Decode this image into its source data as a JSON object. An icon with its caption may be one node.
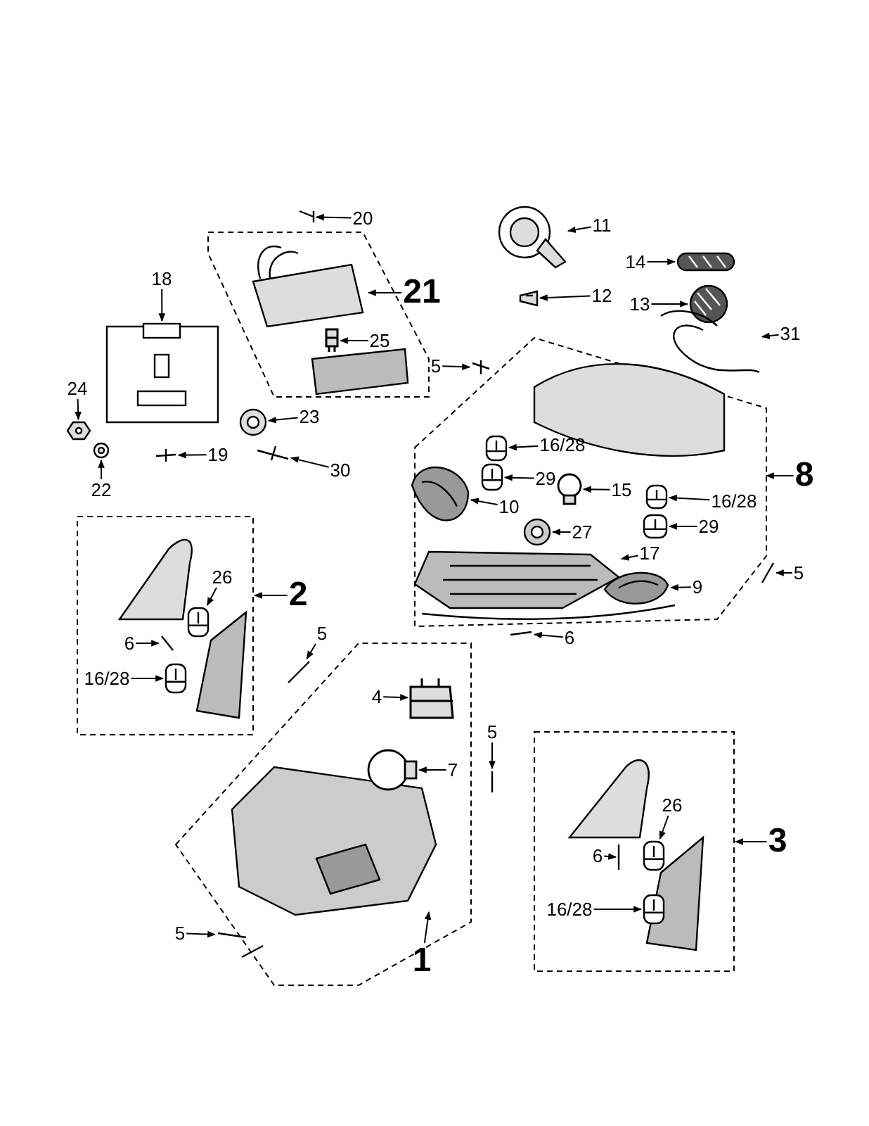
{
  "diagram": {
    "nodes": [
      {
        "text": [
          "20"
        ]
      },
      {
        "text": [
          "11"
        ]
      },
      {
        "text": [
          "14"
        ]
      },
      {
        "text": [
          "13"
        ]
      },
      {
        "text": [
          "21"
        ]
      },
      {
        "text": [
          "12"
        ]
      },
      {
        "text": [
          "18"
        ]
      },
      {
        "text": [
          "25"
        ],
        "in": 41
      },
      {
        "text": [
          "31"
        ]
      },
      {
        "text": [
          "5"
        ]
      },
      {
        "text": [
          "24"
        ]
      },
      {
        "text": [
          "23"
        ]
      },
      {
        "text": [
          "16/28"
        ],
        "in": 42
      },
      {
        "text": [
          "29"
        ],
        "in": 42
      },
      {
        "text": [
          "15"
        ],
        "in": 42
      },
      {
        "text": [
          "8"
        ]
      },
      {
        "text": [
          "16/28"
        ],
        "in": 42
      },
      {
        "text": [
          "22"
        ]
      },
      {
        "text": [
          "19"
        ]
      },
      {
        "text": [
          "30"
        ]
      },
      {
        "text": [
          "10"
        ],
        "in": 42
      },
      {
        "text": [
          "27"
        ],
        "in": 42
      },
      {
        "text": [
          "29"
        ],
        "in": 42
      },
      {
        "text": [
          "17"
        ],
        "in": 42
      },
      {
        "text": [
          "9"
        ],
        "in": 42
      },
      {
        "text": [
          "5"
        ]
      },
      {
        "text": [
          "6"
        ]
      },
      {
        "text": [
          "26"
        ],
        "in": 43
      },
      {
        "text": [
          "2"
        ]
      },
      {
        "text": [
          "6"
        ],
        "in": 43
      },
      {
        "text": [
          "16/28"
        ],
        "in": 43
      },
      {
        "text": [
          "5"
        ]
      },
      {
        "text": [
          "4"
        ],
        "in": 44
      },
      {
        "text": [
          "7"
        ],
        "in": 44
      },
      {
        "text": [
          "5"
        ]
      },
      {
        "text": [
          "26"
        ],
        "in": 45
      },
      {
        "text": [
          "3"
        ]
      },
      {
        "text": [
          "6"
        ],
        "in": 45
      },
      {
        "text": [
          "16/28"
        ],
        "in": 45
      },
      {
        "text": [
          "1"
        ]
      },
      {
        "text": [
          "5"
        ]
      },
      {
        "text": [],
        "shape": "box"
      },
      {
        "text": [],
        "shape": "box"
      },
      {
        "text": [],
        "shape": "box"
      },
      {
        "text": [],
        "shape": "box"
      },
      {
        "text": [],
        "shape": "box"
      },
      {
        "text": [],
        "shape": "picture"
      },
      {
        "text": [],
        "shape": "picture"
      },
      {
        "text": [],
        "shape": "picture"
      },
      {
        "text": [],
        "shape": "picture"
      },
      {
        "text": [],
        "shape": "picture"
      },
      {
        "text": [],
        "shape": "picture"
      },
      {
        "text": [],
        "shape": "box",
        "in": 41
      },
      {
        "text": [],
        "shape": "picture"
      },
      {
        "text": [],
        "shape": "picture"
      },
      {
        "text": [],
        "shape": "picture"
      },
      {
        "text": [],
        "shape": "picture"
      },
      {
        "text": [],
        "shape": "picture",
        "in": 42
      },
      {
        "text": [],
        "shape": "picture",
        "in": 42
      },
      {
        "text": [],
        "shape": "circle",
        "in": 42
      },
      {
        "text": [],
        "shape": "picture",
        "in": 42
      },
      {
        "text": [],
        "shape": "picture"
      },
      {
        "text": [],
        "shape": "picture"
      },
      {
        "text": [],
        "shape": "picture"
      },
      {
        "text": [],
        "shape": "picture",
        "in": 42
      },
      {
        "text": [],
        "shape": "picture",
        "in": 42
      },
      {
        "text": [],
        "shape": "picture",
        "in": 42
      },
      {
        "text": [],
        "shape": "picture",
        "in": 42
      },
      {
        "text": [],
        "shape": "picture",
        "in": 42
      },
      {
        "text": [],
        "shape": "picture"
      },
      {
        "text": [],
        "shape": "picture"
      },
      {
        "text": [],
        "shape": "picture",
        "in": 43
      },
      {
        "text": [],
        "shape": "picture",
        "in": 43
      },
      {
        "text": [],
        "shape": "picture",
        "in": 43
      },
      {
        "text": [],
        "shape": "picture"
      },
      {
        "text": [],
        "shape": "box",
        "in": 44
      },
      {
        "text": [],
        "shape": "circle",
        "in": 44
      },
      {
        "text": [],
        "shape": "picture"
      },
      {
        "text": [],
        "shape": "picture",
        "in": 45
      },
      {
        "text": [],
        "shape": "picture",
        "in": 45
      },
      {
        "text": [],
        "shape": "picture",
        "in": 45
      },
      {
        "text": [],
        "shape": "picture"
      }
    ],
    "edges": [
      {
        "from": 0,
        "to": 46,
        "arrow": "to"
      },
      {
        "from": 1,
        "to": 47,
        "arrow": "to"
      },
      {
        "from": 2,
        "to": 48,
        "arrow": "to"
      },
      {
        "from": 3,
        "to": 49,
        "arrow": "to"
      },
      {
        "from": 4,
        "to": 41,
        "arrow": "to"
      },
      {
        "from": 5,
        "to": 50,
        "arrow": "to"
      },
      {
        "from": 6,
        "to": 51,
        "arrow": "to"
      },
      {
        "from": 7,
        "to": 52,
        "arrow": "to"
      },
      {
        "from": 8,
        "to": 53,
        "arrow": "to"
      },
      {
        "from": 9,
        "to": 54,
        "arrow": "to"
      },
      {
        "from": 10,
        "to": 55,
        "arrow": "to"
      },
      {
        "from": 11,
        "to": 56,
        "arrow": "to"
      },
      {
        "from": 12,
        "to": 57,
        "arrow": "to"
      },
      {
        "from": 13,
        "to": 58,
        "arrow": "to"
      },
      {
        "from": 14,
        "to": 59,
        "arrow": "to"
      },
      {
        "from": 15,
        "to": 42,
        "arrow": "to"
      },
      {
        "from": 16,
        "to": 60,
        "arrow": "to"
      },
      {
        "from": 17,
        "to": 61,
        "arrow": "to"
      },
      {
        "from": 18,
        "to": 62,
        "arrow": "to"
      },
      {
        "from": 19,
        "to": 63,
        "arrow": "to"
      },
      {
        "from": 20,
        "to": 64,
        "arrow": "to"
      },
      {
        "from": 21,
        "to": 65,
        "arrow": "to"
      },
      {
        "from": 22,
        "to": 66,
        "arrow": "to"
      },
      {
        "from": 23,
        "to": 67,
        "arrow": "to"
      },
      {
        "from": 24,
        "to": 68,
        "arrow": "to"
      },
      {
        "from": 25,
        "to": 69,
        "arrow": "to"
      },
      {
        "from": 26,
        "to": 70,
        "arrow": "to"
      },
      {
        "from": 27,
        "to": 71,
        "arrow": "to"
      },
      {
        "from": 28,
        "to": 43,
        "arrow": "to"
      },
      {
        "from": 29,
        "to": 72,
        "arrow": "to"
      },
      {
        "from": 30,
        "to": 73,
        "arrow": "to"
      },
      {
        "from": 31,
        "to": 74,
        "arrow": "to"
      },
      {
        "from": 32,
        "to": 75,
        "arrow": "to"
      },
      {
        "from": 33,
        "to": 76,
        "arrow": "to"
      },
      {
        "from": 34,
        "to": 77,
        "arrow": "to"
      },
      {
        "from": 35,
        "to": 78,
        "arrow": "to"
      },
      {
        "from": 36,
        "to": 45,
        "arrow": "to"
      },
      {
        "from": 37,
        "to": 79,
        "arrow": "to"
      },
      {
        "from": 38,
        "to": 80,
        "arrow": "to"
      },
      {
        "from": 39,
        "to": 44,
        "arrow": "to"
      },
      {
        "from": 40,
        "to": 81,
        "arrow": "to"
      }
    ]
  }
}
